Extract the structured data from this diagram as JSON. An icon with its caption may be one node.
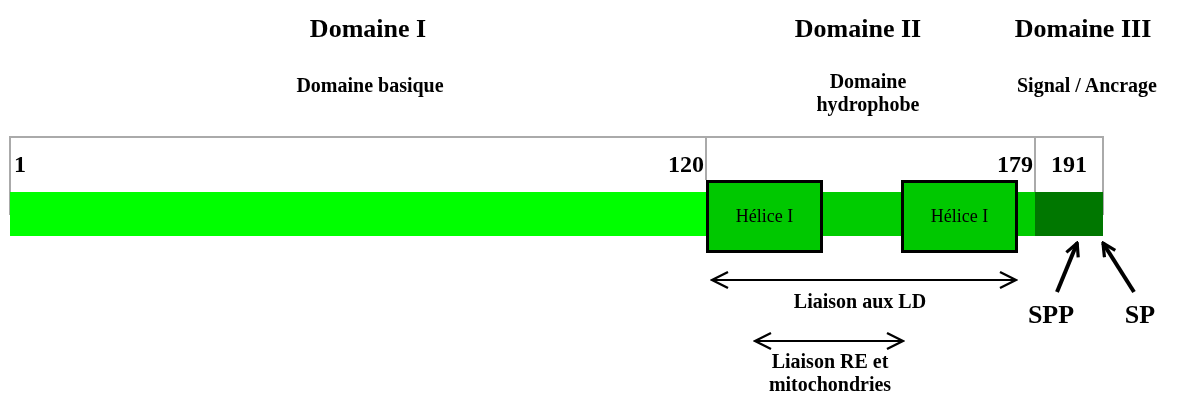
{
  "diagram": {
    "nodes": [
      {
        "text": [],
        "shape": "bar"
      },
      {
        "text": [],
        "shape": "bar"
      },
      {
        "text": [],
        "shape": "bar"
      },
      {
        "text": [
          "Hélice I"
        ],
        "in": 1
      },
      {
        "text": [
          "Hélice I"
        ],
        "in": 1
      },
      {
        "text": [
          "SPP"
        ]
      },
      {
        "text": [
          "SP"
        ]
      }
    ],
    "edges": [
      {
        "from": 5,
        "to": 2,
        "arrow": "to"
      },
      {
        "from": 6,
        "to": 2,
        "arrow": "to"
      }
    ],
    "labels": [
      "Domaine I",
      "Domaine II",
      "Domaine III",
      "Domaine basique",
      "Domaine hydrophobe",
      "Signal / Ancrage",
      "1",
      "120",
      "179",
      "191",
      "Liaison aux LD",
      "Liaison RE et mitochondries"
    ]
  }
}
